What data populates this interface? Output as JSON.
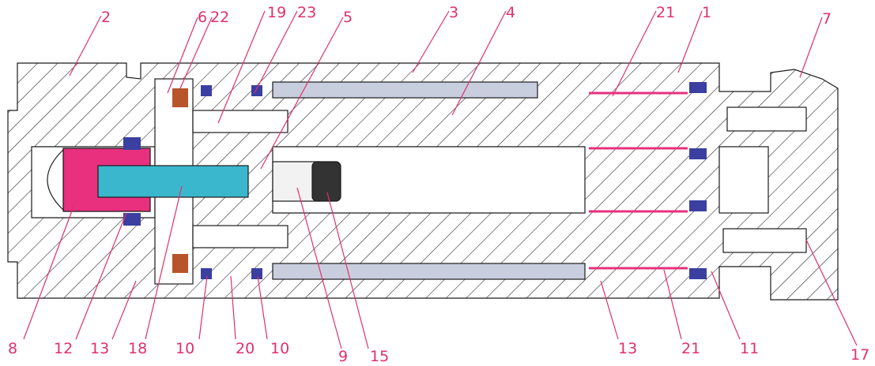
{
  "colors": {
    "callout": "#e0306e",
    "hatch": "#1a1a1a",
    "body": "#ffffff",
    "bore": "#ffffff",
    "tube": "#c9cede",
    "magenta_part": "#e8307e",
    "cyan_part": "#3ab7cc",
    "seal": "#3a3fa0",
    "brown_seal": "#b8542a",
    "rubber_ring": "#333333"
  },
  "callouts": {
    "c2": "2",
    "c6": "6",
    "c22": "22",
    "c19": "19",
    "c23": "23",
    "c5": "5",
    "c3": "3",
    "c4": "4",
    "c21_top": "21",
    "c1": "1",
    "c7": "7",
    "c8": "8",
    "c12": "12",
    "c13_left": "13",
    "c18": "18",
    "c10_left": "10",
    "c20": "20",
    "c10_right": "10",
    "c9": "9",
    "c15": "15",
    "c13_right": "13",
    "c21_bottom": "21",
    "c11": "11",
    "c17": "17"
  }
}
